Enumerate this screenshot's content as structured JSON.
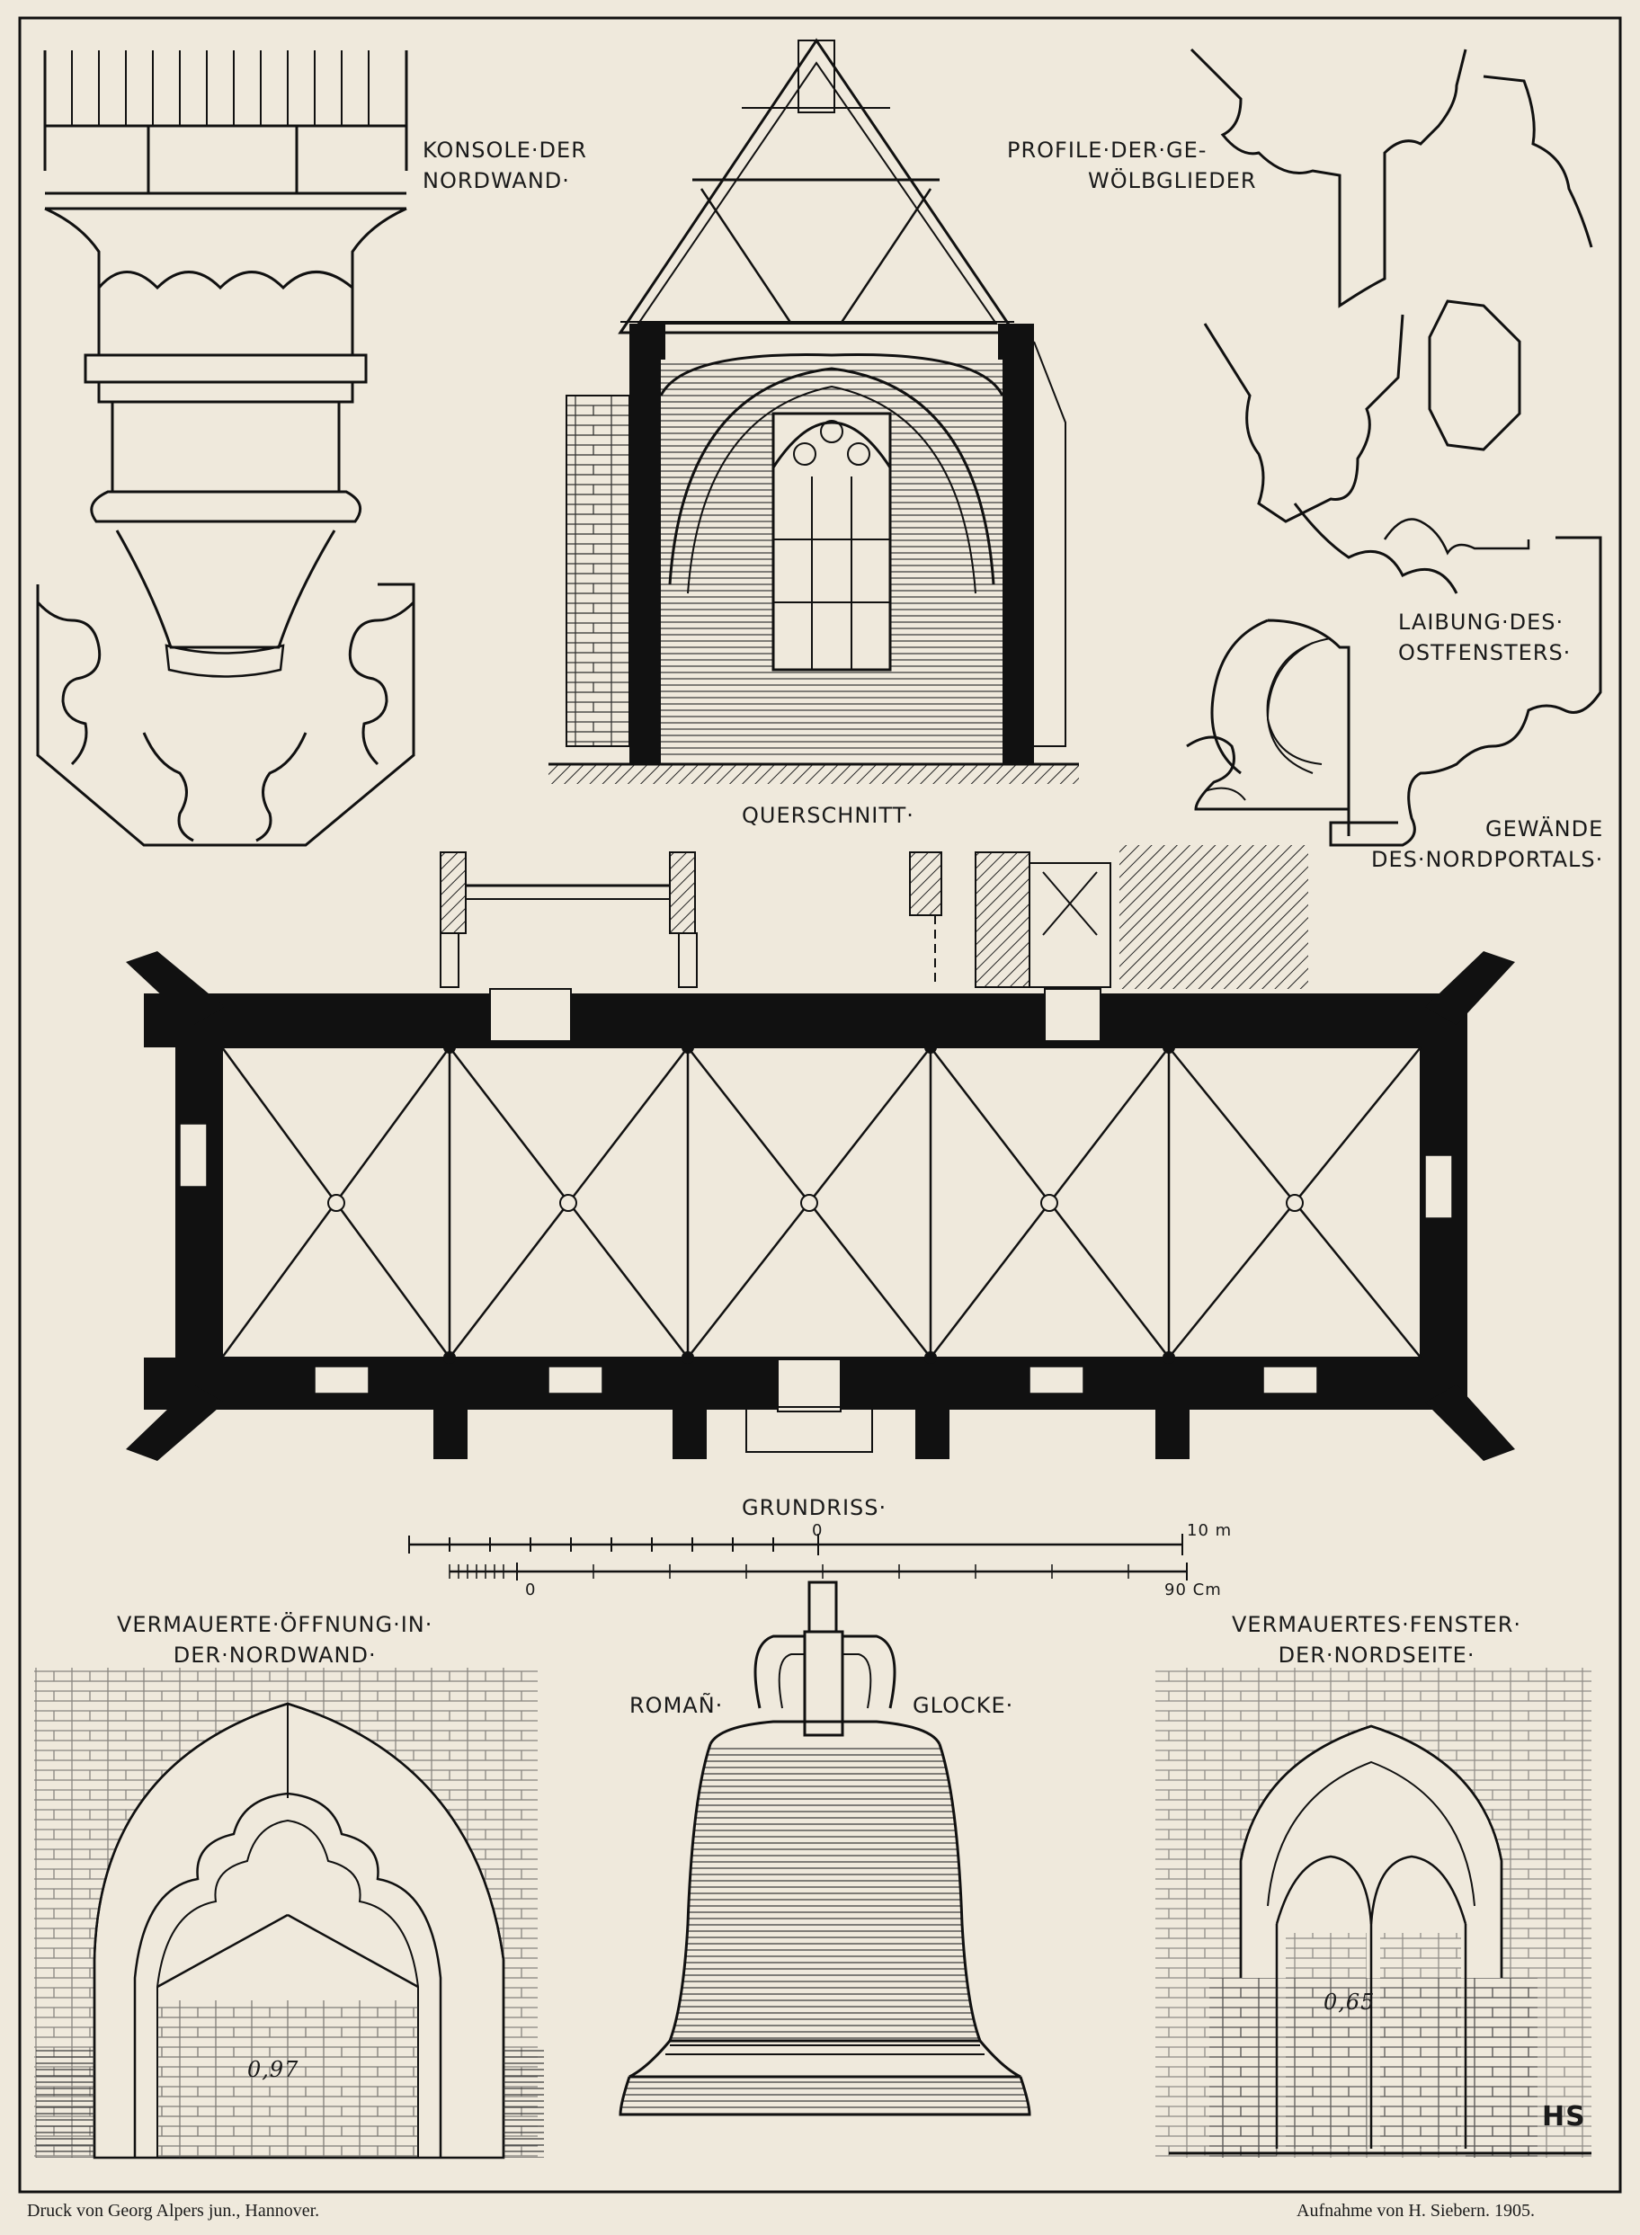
{
  "labels": {
    "konsole": [
      "KONSOLE·DER",
      "NORDWAND·"
    ],
    "profile": [
      "PROFILE·DER·GE-",
      "WÖLBGLIEDER"
    ],
    "laibung": [
      "LAIBUNG·DES·",
      "OSTFENSTERS·"
    ],
    "gewaende": [
      "GEWÄNDE",
      "DES·NORDPORTALS·"
    ],
    "querschnitt": "QUERSCHNITT·",
    "grundriss": "GRUNDRISS·",
    "oeffnung": [
      "VERMAUERTE·ÖFFNUNG·IN·",
      "DER·NORDWAND·"
    ],
    "glocke_left": "ROMAÑ·",
    "glocke_right": "GLOCKE·",
    "fenster": [
      "VERMAUERTES·FENSTER·",
      "DER·NORDSEITE·"
    ]
  },
  "scale": {
    "top_zero": "0",
    "top_end": "10 m",
    "bottom_zero": "0",
    "bottom_end": "90 Cm"
  },
  "dimensions": {
    "opening_width": "0,97",
    "window_width": "0,65"
  },
  "monogram": "HS",
  "footer": {
    "left": "Druck von Georg Alpers jun., Hannover.",
    "right": "Aufnahme von H. Siebern.   1905."
  }
}
